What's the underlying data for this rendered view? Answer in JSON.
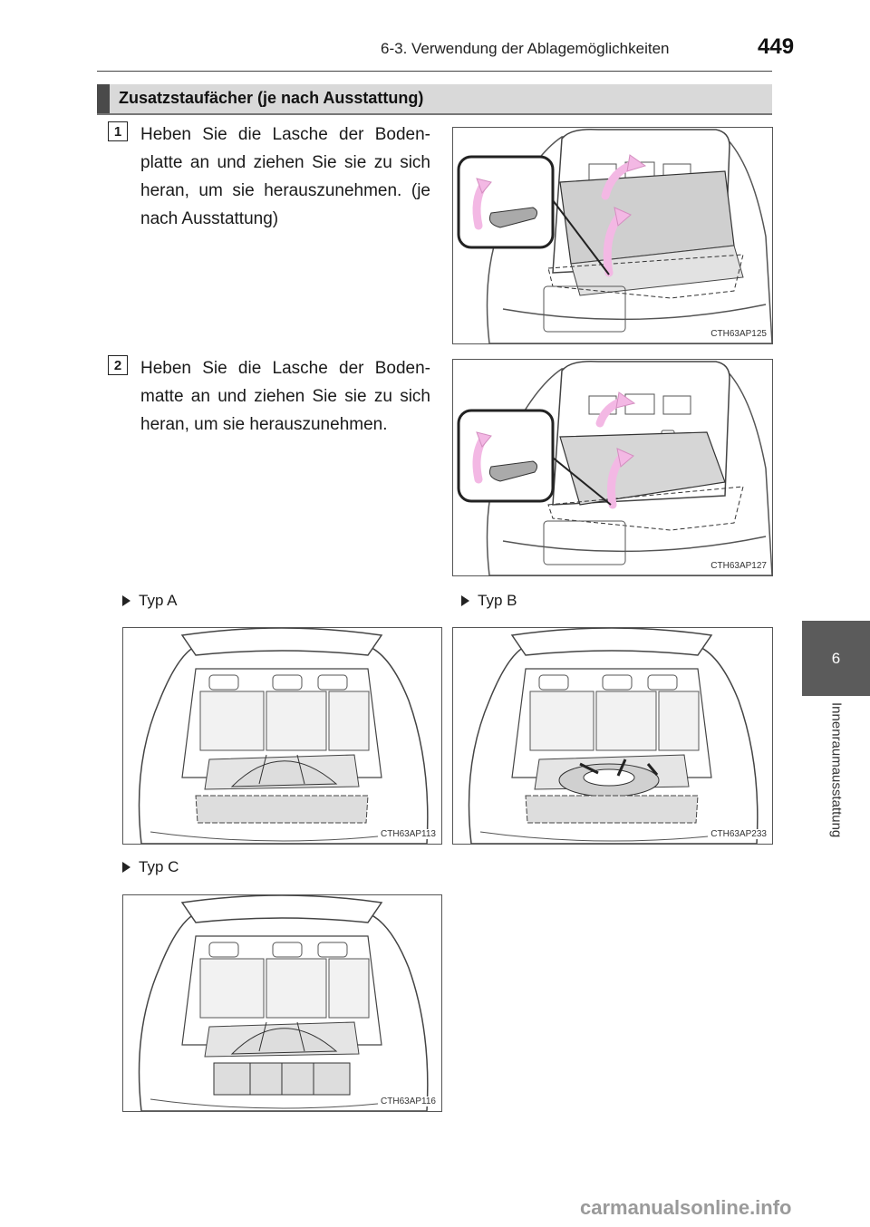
{
  "header": {
    "section": "6-3. Verwendung der Ablagemöglichkeiten",
    "page_number": "449"
  },
  "side_tab": {
    "chapter": "6",
    "title": "Innenraumausstattung"
  },
  "section_title": "Zusatzstaufächer (je nach Ausstattung)",
  "steps": [
    {
      "number": "1",
      "text": "Heben Sie die Lasche der Boden­platte an und ziehen Sie sie zu sich heran, um sie herauszunehmen. (je nach Ausstattung)",
      "figure_code": "CTH63AP125"
    },
    {
      "number": "2",
      "text": "Heben Sie die Lasche der Boden­matte an und ziehen Sie sie zu sich heran, um sie herauszuneh­men.",
      "figure_code": "CTH63AP127"
    }
  ],
  "types": [
    {
      "label": "Typ A",
      "figure_code": "CTH63AP113"
    },
    {
      "label": "Typ B",
      "figure_code": "CTH63AP233"
    },
    {
      "label": "Typ C",
      "figure_code": "CTH63AP116"
    }
  ],
  "watermark": "carmanualsonline.info",
  "colors": {
    "arrow": "#f3b8e4",
    "tab": "#5b5b5b",
    "section_bar": "#d9d9d9",
    "mat": "#d6d6d6"
  },
  "icons": [
    "triangle-bullet-icon",
    "lift-arrow-icon"
  ]
}
